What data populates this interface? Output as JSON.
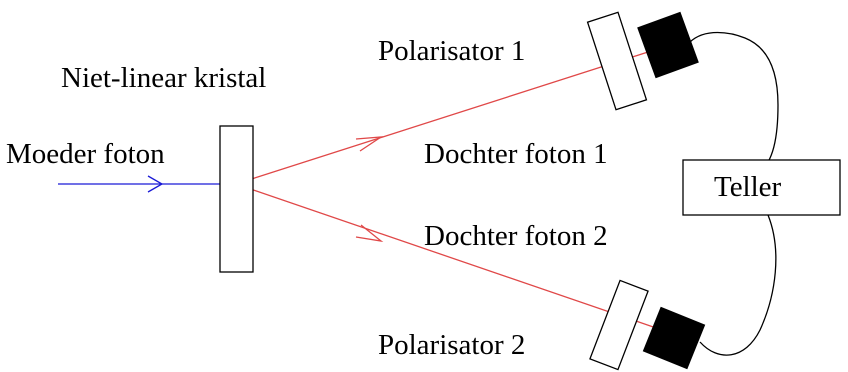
{
  "labels": {
    "crystal": "Niet-linear kristal",
    "mother_photon": "Moeder foton",
    "daughter_photon_1": "Dochter foton 1",
    "daughter_photon_2": "Dochter foton 2",
    "polarizer_1": "Polarisator 1",
    "polarizer_2": "Polarisator 2",
    "counter": "Teller"
  },
  "colors": {
    "mother_beam": "#1a1ad6",
    "daughter_beam": "#e04848",
    "outline": "#000000",
    "detector_fill": "#000000",
    "background": "#ffffff"
  }
}
